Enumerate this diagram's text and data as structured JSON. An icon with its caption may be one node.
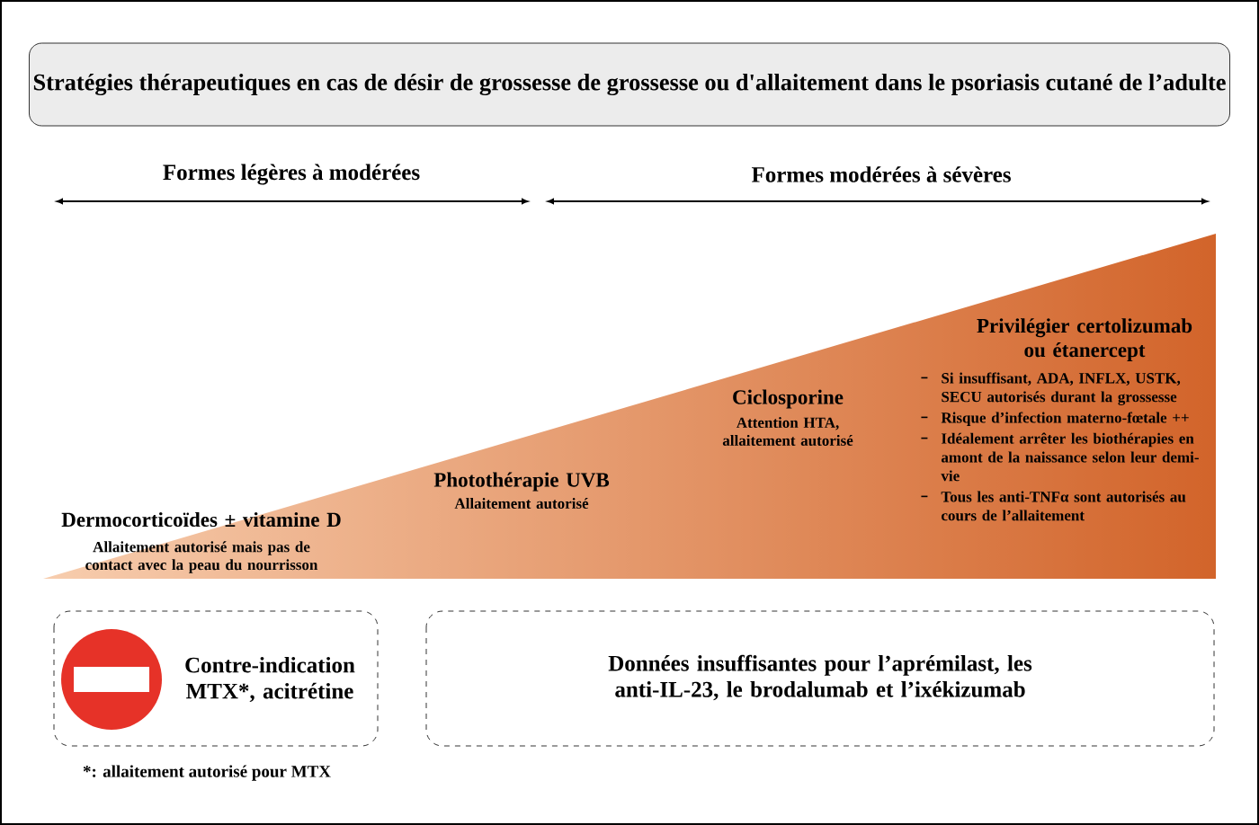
{
  "diagram": {
    "nodes": [
      {
        "text": [
          "Stratégies thérapeutiques en cas de désir de grossesse de grossesse ou d'allaitement dans le psoriasis cutané de l’adulte"
        ]
      },
      {
        "text": [
          "Dermocorticoïdes ± vitamine D",
          "Allaitement autorisé mais pas de contact avec la peau du nourrisson",
          "Photothérapie UVB",
          "Allaitement autorisé",
          "Ciclosporine",
          "Attention HTA, allaitement autorisé",
          "Privilégier certolizumab ou étanercept",
          "Si insuffisant, ADA, INFLX, USTK, SECU autorisés durant la grossesse",
          "Risque d’infection materno-fœtale ++",
          "Idéalement arrêter les biothérapies en amont de la naissance selon leur demi-vie",
          "Tous les anti-TNFα sont autorisés au cours de l’allaitement"
        ]
      },
      {
        "text": [
          "Contre-indication MTX*, acitrétine"
        ],
        "beside": [
          "*: allaitement autorisé pour MTX"
        ]
      },
      {
        "text": [
          "Données insuffisantes pour l’aprémilast, les anti-IL-23, le brodalumab et l’ixékizumab"
        ]
      }
    ],
    "labels": [
      "Formes légères à modérées",
      "Formes modérées à sévères"
    ]
  }
}
